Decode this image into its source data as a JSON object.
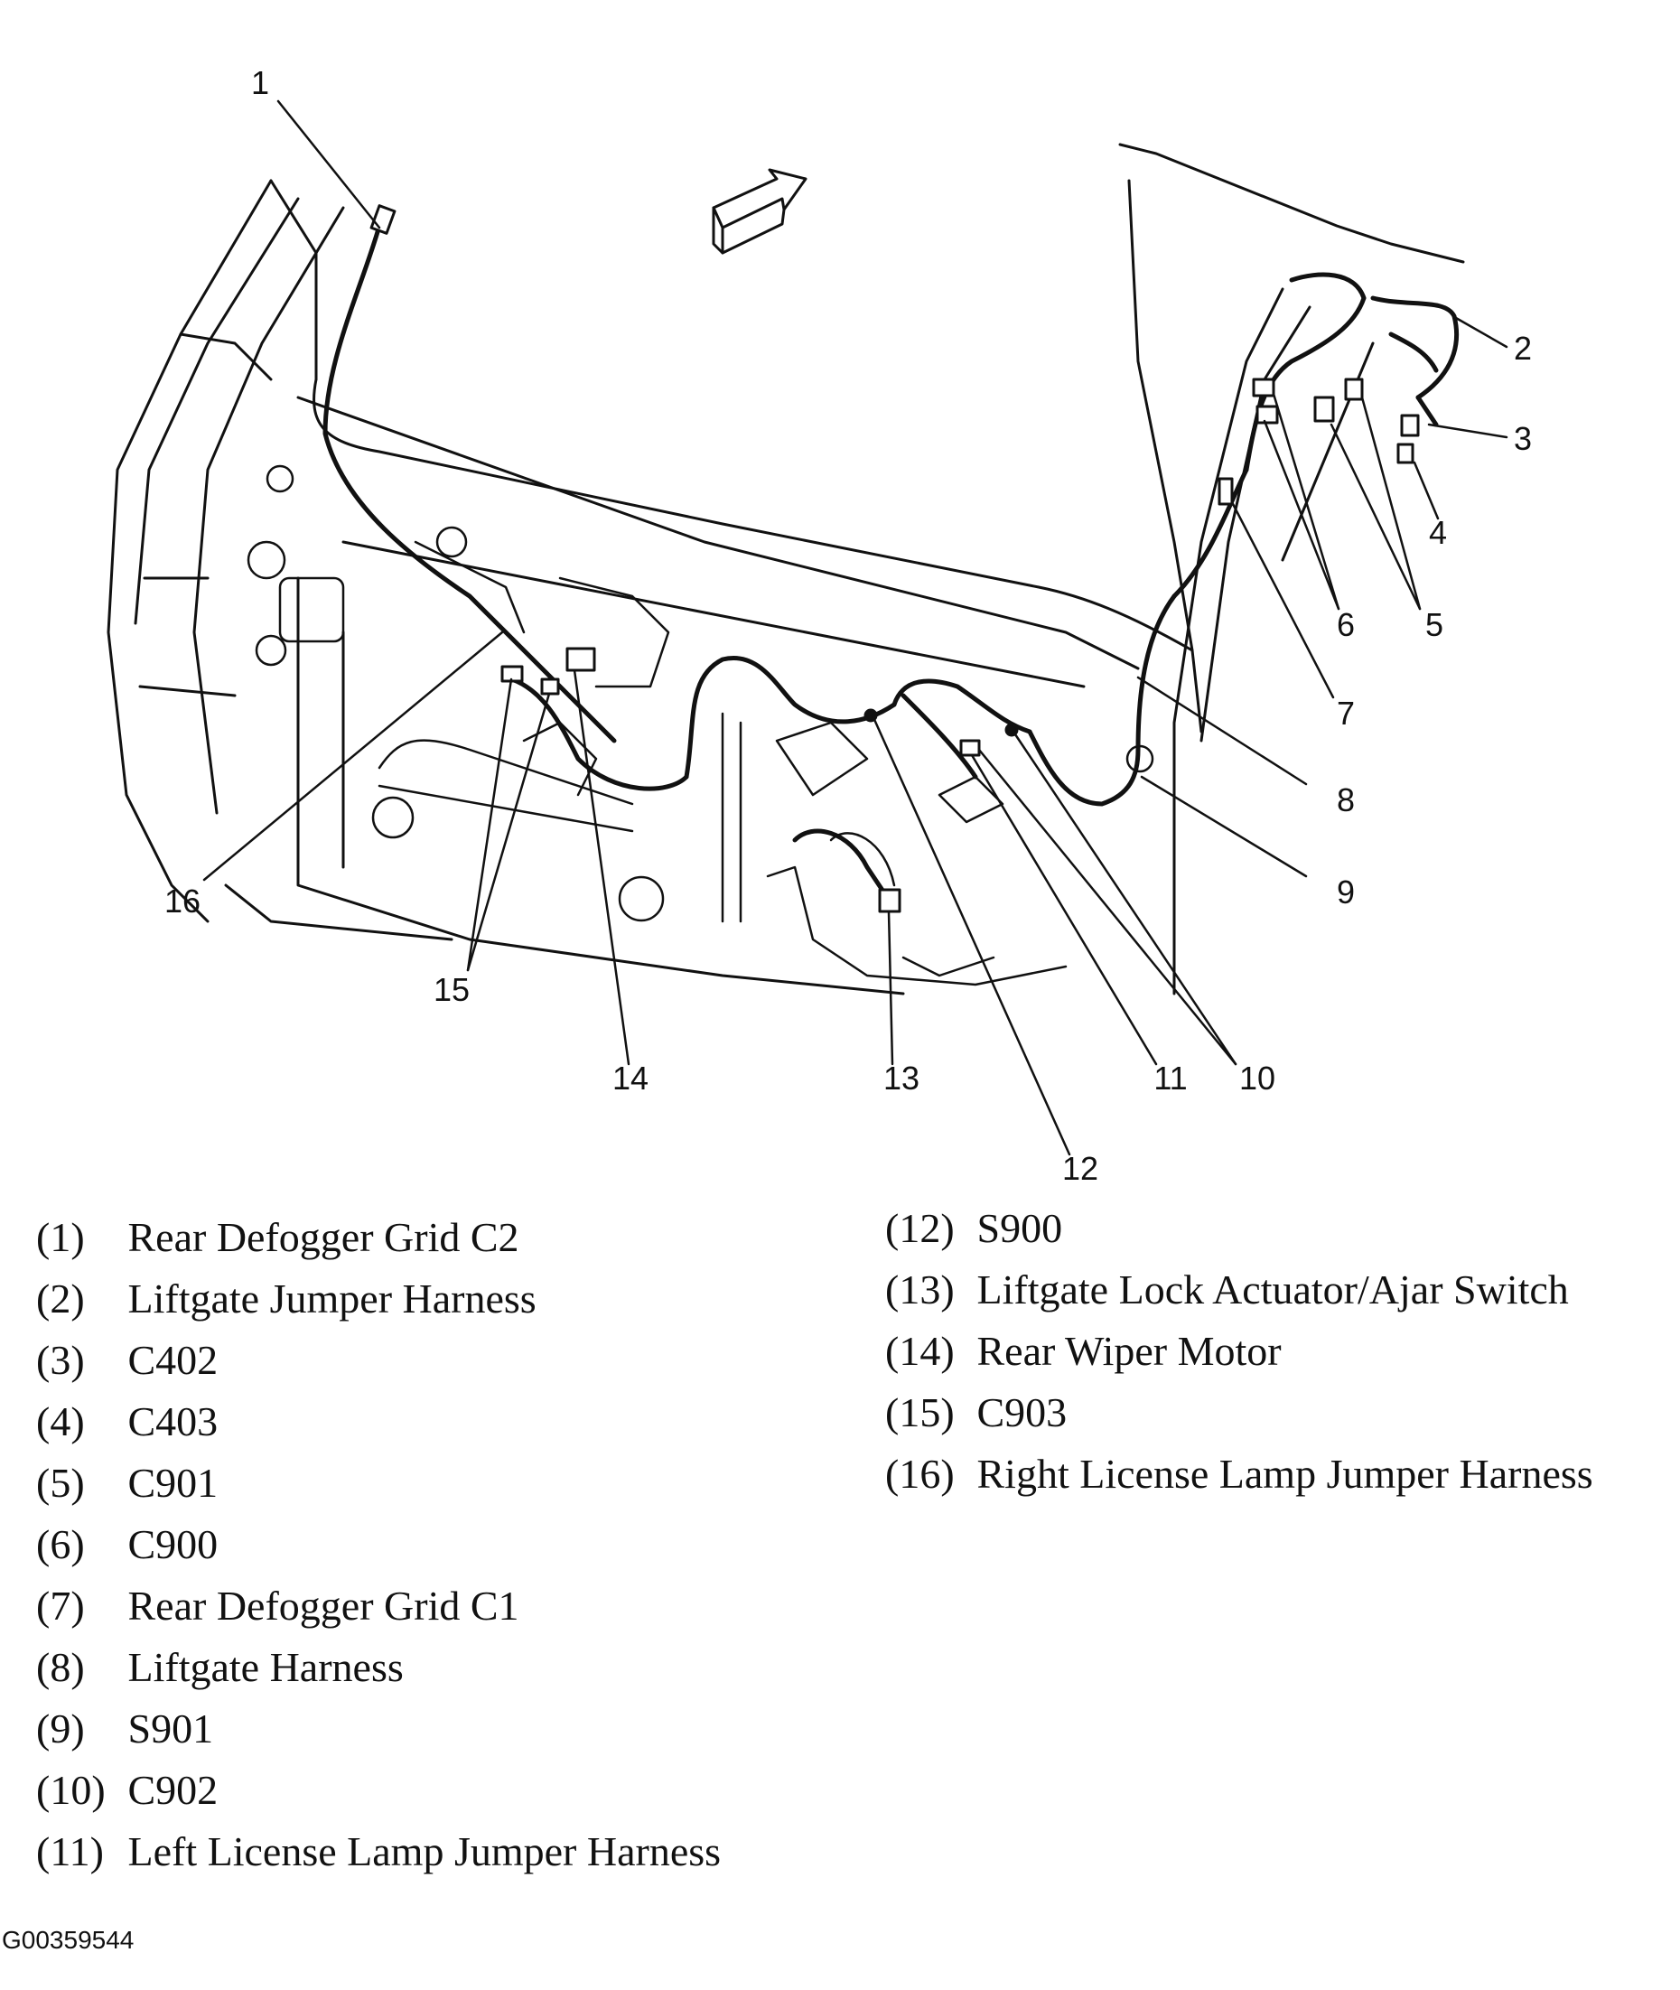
{
  "callouts": [
    "1",
    "2",
    "3",
    "4",
    "5",
    "6",
    "7",
    "8",
    "9",
    "10",
    "11",
    "12",
    "13",
    "14",
    "15",
    "16"
  ],
  "legend_left": [
    {
      "num": "(1)",
      "label": "Rear Defogger Grid C2"
    },
    {
      "num": "(2)",
      "label": "Liftgate Jumper Harness"
    },
    {
      "num": "(3)",
      "label": "C402"
    },
    {
      "num": "(4)",
      "label": "C403"
    },
    {
      "num": "(5)",
      "label": "C901"
    },
    {
      "num": "(6)",
      "label": "C900"
    },
    {
      "num": "(7)",
      "label": "Rear Defogger Grid C1"
    },
    {
      "num": "(8)",
      "label": "Liftgate Harness"
    },
    {
      "num": "(9)",
      "label": "S901"
    },
    {
      "num": "(10)",
      "label": "C902"
    },
    {
      "num": "(11)",
      "label": "Left License Lamp Jumper Harness"
    }
  ],
  "legend_right": [
    {
      "num": "(12)",
      "label": "S900"
    },
    {
      "num": "(13)",
      "label": "Liftgate Lock Actuator/Ajar Switch"
    },
    {
      "num": "(14)",
      "label": "Rear Wiper Motor"
    },
    {
      "num": "(15)",
      "label": "C903"
    },
    {
      "num": "(16)",
      "label": "Right License Lamp Jumper Harness"
    }
  ],
  "figure_id": "G00359544",
  "colors": {
    "ink": "#111111",
    "background": "#ffffff"
  }
}
